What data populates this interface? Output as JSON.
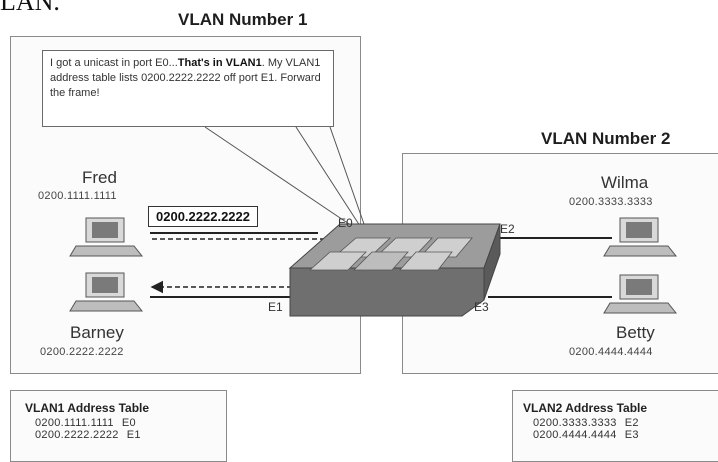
{
  "top_text": "LAN.",
  "vlan1": {
    "title": "VLAN Number 1",
    "bubble": {
      "part1": "I got a unicast in port E0...",
      "part2_bold": "That's in VLAN1",
      "part3": ". My VLAN1 address table lists 0200.2222.2222 off port E1. Forward the frame!"
    },
    "hosts": [
      {
        "name": "Fred",
        "mac": "0200.1111.1111"
      },
      {
        "name": "Barney",
        "mac": "0200.2222.2222"
      }
    ],
    "frame_label": "0200.2222.2222",
    "table": {
      "title": "VLAN1 Address Table",
      "rows": [
        {
          "mac": "0200.1111.1111",
          "port": "E0"
        },
        {
          "mac": "0200.2222.2222",
          "port": "E1"
        }
      ]
    }
  },
  "vlan2": {
    "title": "VLAN Number 2",
    "hosts": [
      {
        "name": "Wilma",
        "mac": "0200.3333.3333"
      },
      {
        "name": "Betty",
        "mac": "0200.4444.4444"
      }
    ],
    "table": {
      "title": "VLAN2 Address Table",
      "rows": [
        {
          "mac": "0200.3333.3333",
          "port": "E2"
        },
        {
          "mac": "0200.4444.4444",
          "port": "E3"
        }
      ]
    }
  },
  "ports": {
    "e0": "E0",
    "e1": "E1",
    "e2": "E2",
    "e3": "E3"
  }
}
